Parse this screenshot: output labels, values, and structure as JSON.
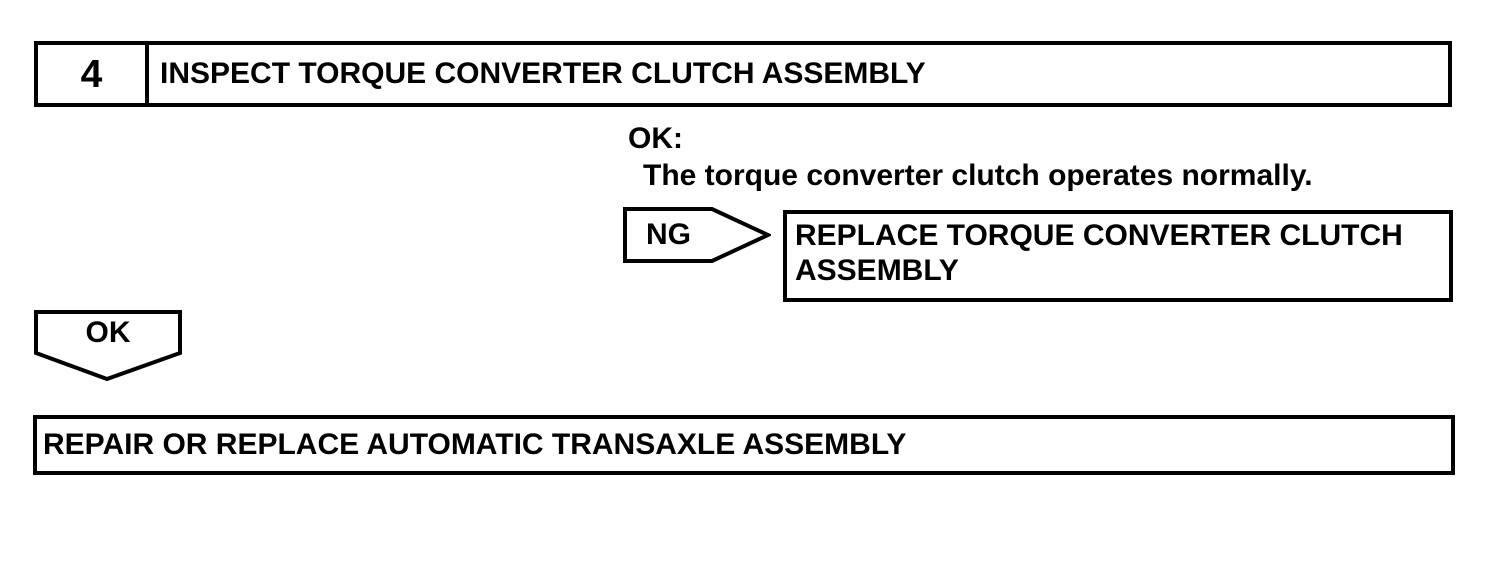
{
  "palette": {
    "ink": "#000000",
    "paper": "#ffffff"
  },
  "flowchart": {
    "step": {
      "number": "4",
      "title": "INSPECT TORQUE CONVERTER CLUTCH ASSEMBLY"
    },
    "ok_criteria": {
      "label": "OK:",
      "description": "The torque converter clutch operates normally."
    },
    "ng_branch": {
      "connector_label": "NG",
      "action": "REPLACE TORQUE CONVERTER CLUTCH ASSEMBLY"
    },
    "ok_branch": {
      "connector_label": "OK"
    },
    "final_action": "REPAIR OR REPLACE AUTOMATIC TRANSAXLE ASSEMBLY"
  }
}
